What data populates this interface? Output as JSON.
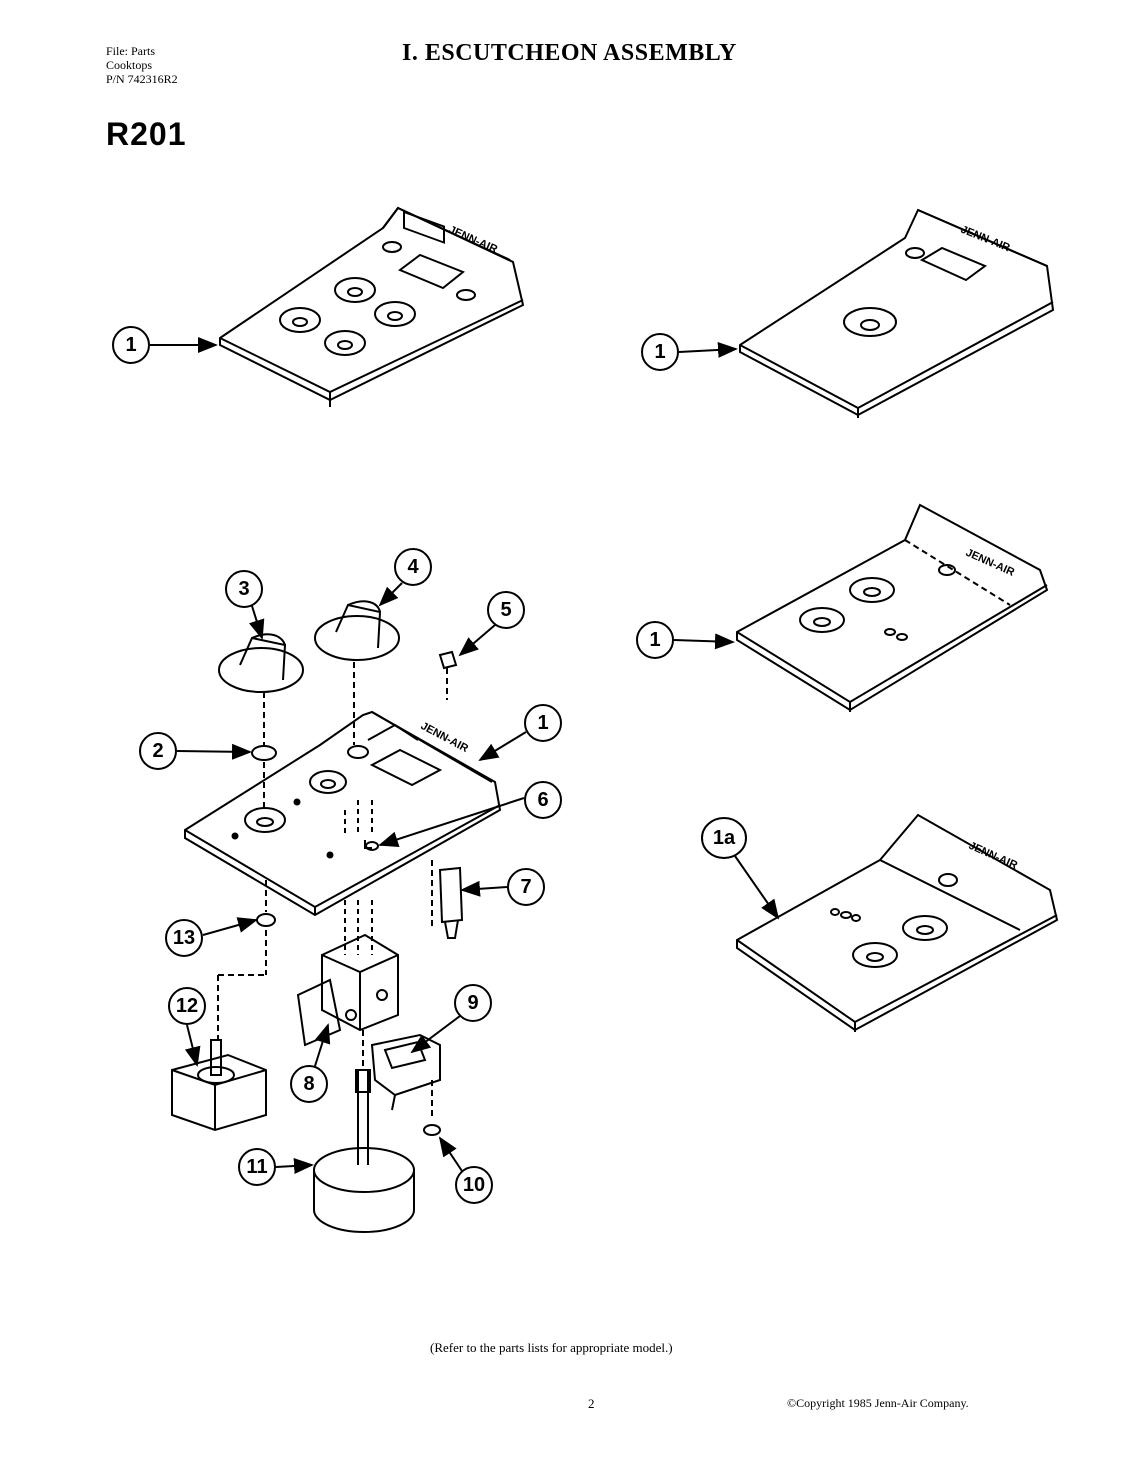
{
  "header": {
    "file_line1": "File: Parts",
    "file_line2": "Cooktops",
    "file_line3": "P/N 742316R2",
    "title": "I.  ESCUTCHEON ASSEMBLY",
    "model": "R201"
  },
  "brand": "JENN-AIR",
  "callouts": {
    "c1": "1",
    "c1a": "1a",
    "c2": "2",
    "c3": "3",
    "c4": "4",
    "c5": "5",
    "c6": "6",
    "c7": "7",
    "c8": "8",
    "c9": "9",
    "c10": "10",
    "c11": "11",
    "c12": "12",
    "c13": "13"
  },
  "footer": {
    "note": "(Refer to the parts lists for appropriate model.)",
    "page": "2",
    "copyright": "©Copyright 1985 Jenn-Air Company."
  }
}
